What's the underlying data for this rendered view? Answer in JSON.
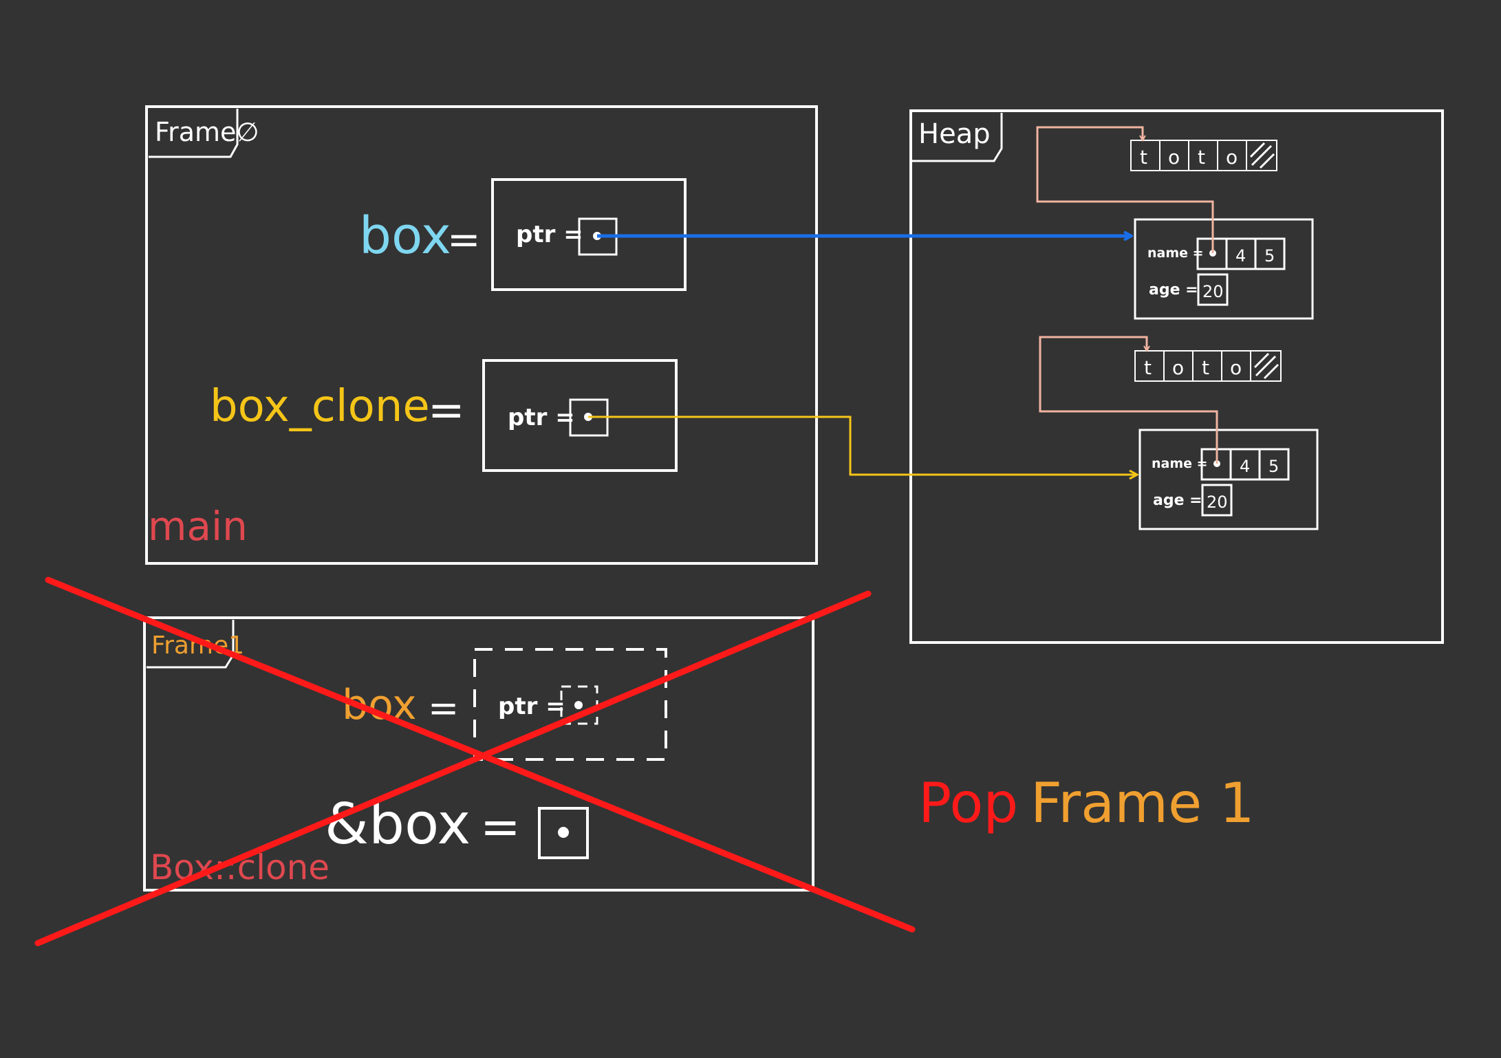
{
  "colors": {
    "background": "#333333",
    "ink": "#ffffff",
    "box_var": "#7fd6f0",
    "box_clone_var": "#f5c518",
    "main_label": "#e0484f",
    "frame1_label": "#f0a030",
    "box_clone_label": "#e0484f",
    "pointer_blue": "#1a6ee8",
    "pointer_yellow": "#f5c518",
    "name_link": "#f0b4a0",
    "cross": "#ff1a1a",
    "pop": "#ff1a1a",
    "frame_one": "#f0a030"
  },
  "frame0": {
    "tab_label": "Frame∅",
    "function_label": "main",
    "var_box": {
      "name": "box",
      "eq": "=",
      "field": "ptr ="
    },
    "var_box_clone": {
      "name": "box_clone",
      "eq": "=",
      "field": "ptr ="
    }
  },
  "frame1": {
    "tab_label": "Frame1",
    "function_label": "Box::clone",
    "var_box": {
      "name": "box",
      "eq": "=",
      "field": "ptr ="
    },
    "ref_self": {
      "name": "&box",
      "eq": "="
    },
    "crossed_out": true
  },
  "heap": {
    "tab_label": "Heap",
    "strings": [
      {
        "chars": [
          "t",
          "o",
          "t",
          "o"
        ]
      },
      {
        "chars": [
          "t",
          "o",
          "t",
          "o"
        ]
      }
    ],
    "objects": [
      {
        "name_label": "name =",
        "cap": "4",
        "len": "5",
        "age_label": "age =",
        "age": "20"
      },
      {
        "name_label": "name =",
        "cap": "4",
        "len": "5",
        "age_label": "age =",
        "age": "20"
      }
    ]
  },
  "caption": {
    "pop": "Pop",
    "frame": "Frame 1"
  }
}
